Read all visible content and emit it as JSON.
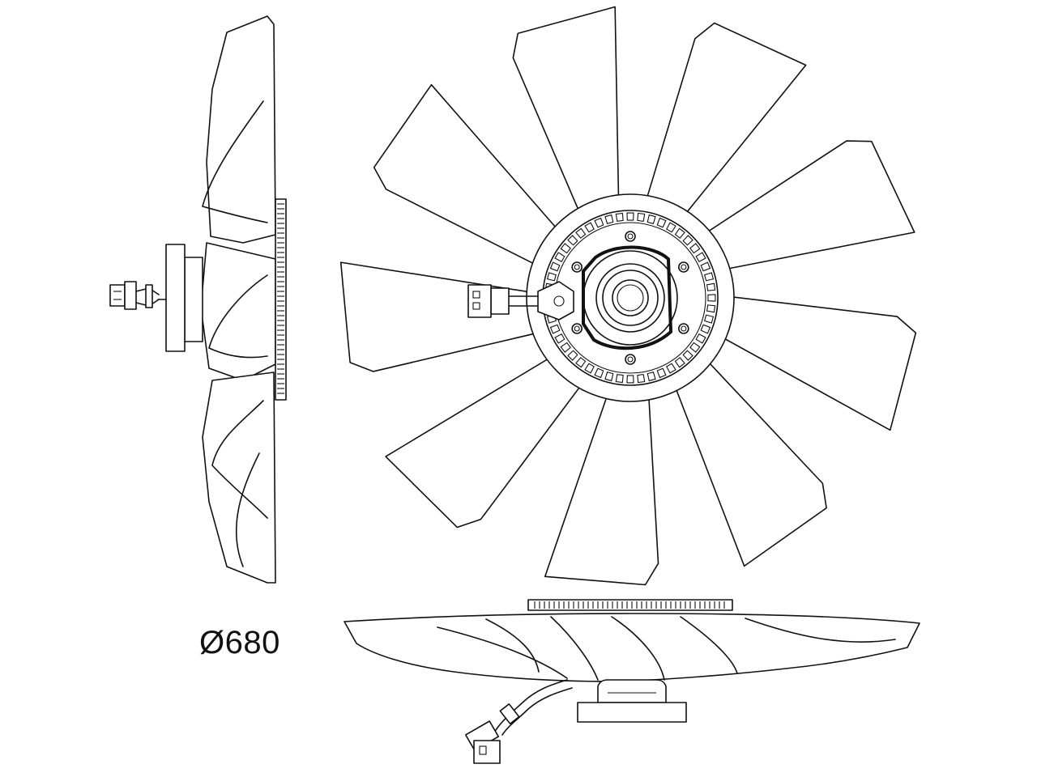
{
  "drawing": {
    "diameter_label": "Ø680",
    "blade_count": 9,
    "ring_slot_count": 48,
    "line_color": "#111111",
    "background_color": "#ffffff"
  }
}
